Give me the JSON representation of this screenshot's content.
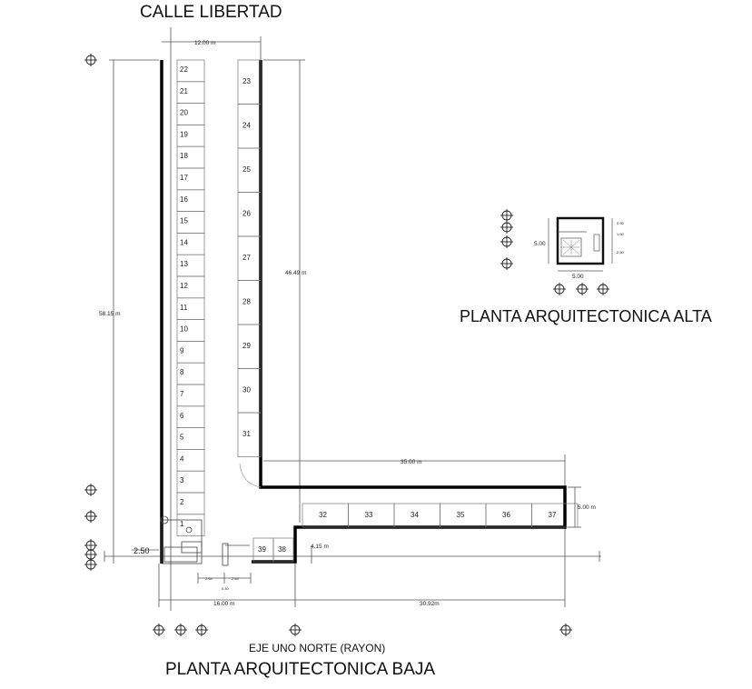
{
  "titles": {
    "street": "CALLE LIBERTAD",
    "avenue": "EJE UNO NORTE (RAYON)",
    "upper_plan": "PLANTA ARQUITECTONICA ALTA",
    "lower_plan": "PLANTA ARQUITECTONICA BAJA"
  },
  "dimensions": {
    "top_width": "12.00 m",
    "left_length": "58.15 m",
    "inner_length": "46.49 m",
    "bottom_run": "35.00 m",
    "right_height": "5.00 m",
    "front_setback": "2.50",
    "gap": "4.15 m",
    "base_left": "16.00 m",
    "base_right": "30.92m",
    "small_a": "2.64",
    "small_b": "2.64",
    "small_c": "0.40"
  },
  "upper_plan": {
    "side": "5.00",
    "bottom": "5.00",
    "right_a": "0.90",
    "right_b": "1.60",
    "right_c": "2.50"
  },
  "stalls": {
    "left": [
      "22",
      "21",
      "20",
      "19",
      "18",
      "17",
      "16",
      "15",
      "14",
      "13",
      "12",
      "11",
      "10",
      "9",
      "8",
      "7",
      "6",
      "5",
      "4",
      "3",
      "2",
      "1"
    ],
    "right": [
      "23",
      "24",
      "25",
      "26",
      "27",
      "28",
      "29",
      "30",
      "31"
    ],
    "bottom": [
      "32",
      "33",
      "34",
      "35",
      "36",
      "37"
    ],
    "front": [
      "39",
      "38"
    ]
  }
}
